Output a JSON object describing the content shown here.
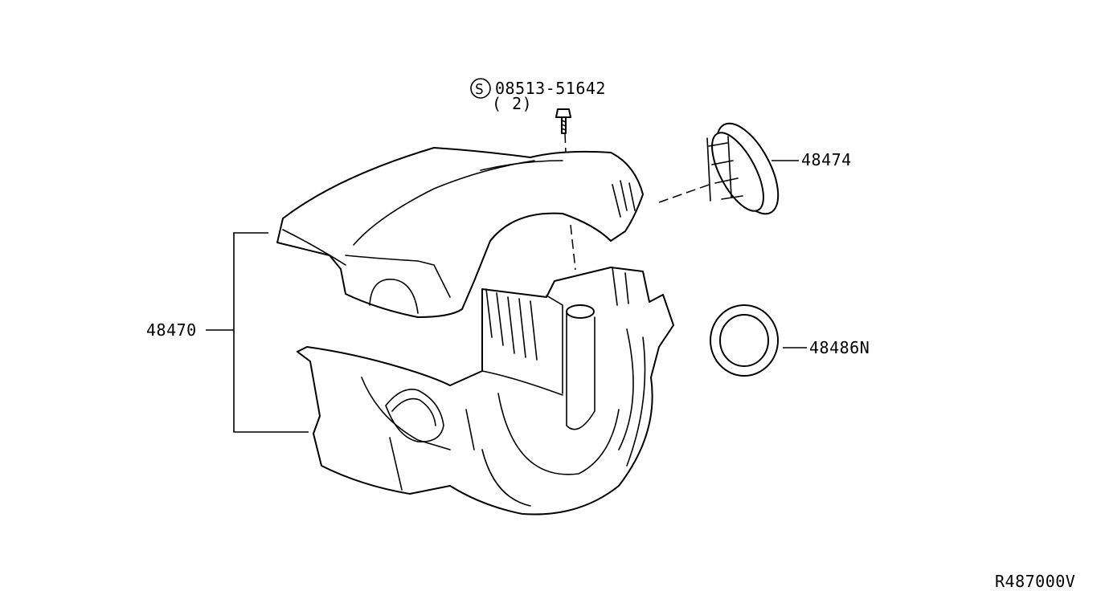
{
  "callouts": {
    "screw_symbol": "S",
    "screw_part": "08513-51642",
    "screw_qty": "( 2)",
    "bezel_part": "48474",
    "cover_assembly_part": "48470",
    "ring_part": "48486N"
  },
  "drawing_id": "R487000V",
  "colors": {
    "line": "#000000",
    "background": "#ffffff"
  }
}
